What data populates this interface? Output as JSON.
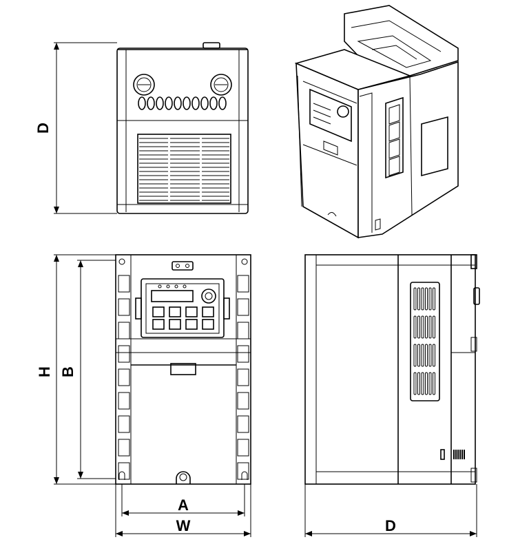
{
  "dimensions": {
    "top_depth": "D",
    "height": "H",
    "mount_height": "B",
    "mount_width": "A",
    "width": "W",
    "side_depth": "D"
  }
}
